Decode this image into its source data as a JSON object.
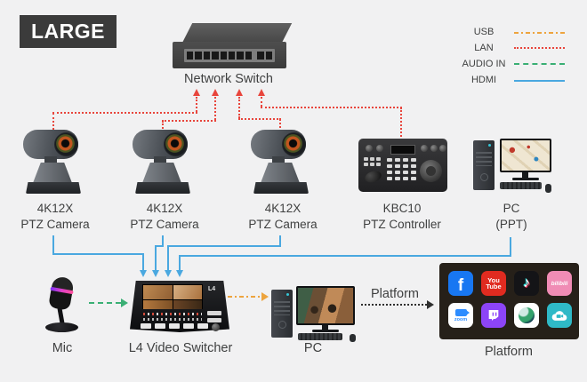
{
  "badge": "LARGE",
  "network_switch": {
    "label": "Network Switch"
  },
  "legend": {
    "items": [
      {
        "label": "USB",
        "style": "dashdot",
        "color": "#EDA43E"
      },
      {
        "label": "LAN",
        "style": "dotted",
        "color": "#E8453C"
      },
      {
        "label": "AUDIO IN",
        "style": "dashed",
        "color": "#3AAF74"
      },
      {
        "label": "HDMI",
        "style": "solid",
        "color": "#4AA8E0"
      }
    ]
  },
  "devices": {
    "camera1": {
      "line1": "4K12X",
      "line2": "PTZ Camera"
    },
    "camera2": {
      "line1": "4K12X",
      "line2": "PTZ Camera"
    },
    "camera3": {
      "line1": "4K12X",
      "line2": "PTZ Camera"
    },
    "controller": {
      "line1": "KBC10",
      "line2": "PTZ Controller"
    },
    "pc_ppt": {
      "line1": "PC",
      "line2": "(PPT)"
    }
  },
  "bottom": {
    "mic_label": "Mic",
    "switcher_label": "L4 Video Switcher",
    "switcher_logo": "L4",
    "pc_label": "PC",
    "flow_label": "Platform",
    "platform_label": "Platform"
  },
  "platform_apps": [
    {
      "name": "Facebook",
      "glyph": "f"
    },
    {
      "name": "YouTube",
      "line1": "You",
      "line2": "Tube"
    },
    {
      "name": "TikTok",
      "glyph": "♪"
    },
    {
      "name": "bilibili",
      "text": "bilibili"
    },
    {
      "name": "Zoom",
      "text": "zoom"
    },
    {
      "name": "Twitch"
    },
    {
      "name": "Webex"
    },
    {
      "name": "Cloud Video"
    }
  ],
  "connection_colors": {
    "lan": "#E8453C",
    "hdmi": "#4AA8E0",
    "usb": "#EDA43E",
    "audio_in": "#3AAF74",
    "platform_flow": "#2F2F2F"
  }
}
